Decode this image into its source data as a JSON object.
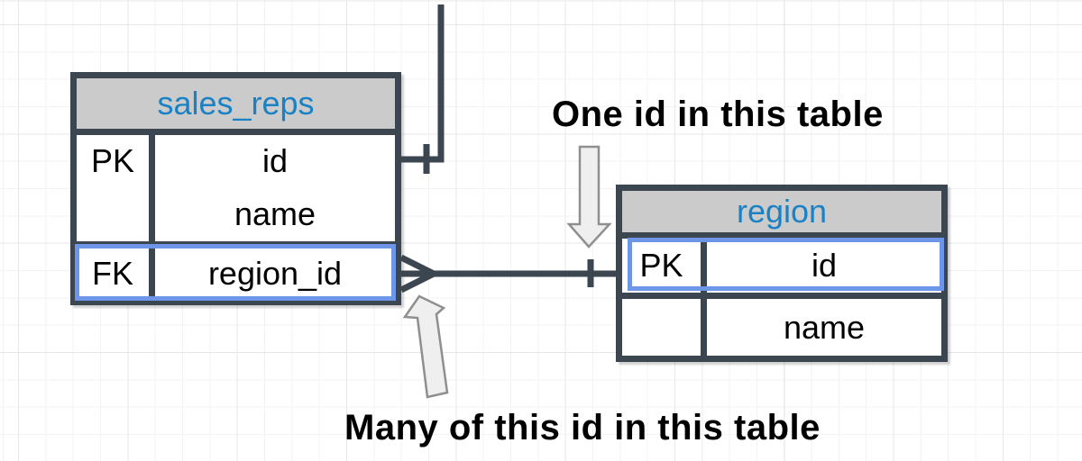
{
  "diagram_type": "entity-relationship",
  "tables": {
    "sales_reps": {
      "title": "sales_reps",
      "rows": [
        {
          "key": "PK",
          "field": "id"
        },
        {
          "key": "",
          "field": "name"
        },
        {
          "key": "FK",
          "field": "region_id",
          "highlighted": true
        }
      ]
    },
    "region": {
      "title": "region",
      "rows": [
        {
          "key": "PK",
          "field": "id",
          "highlighted": true
        },
        {
          "key": "",
          "field": "name"
        }
      ]
    }
  },
  "relationship": {
    "many_end": "sales_reps.region_id",
    "one_end": "region.id",
    "many_symbol": "crow-foot",
    "one_symbol": "single-tick"
  },
  "annotations": {
    "one": "One id in this table",
    "many": "Many of this id in this table"
  },
  "colors": {
    "table_border": "#3C4650",
    "header_fill": "#CBCBCB",
    "table_title_text": "#1A82C4",
    "row_highlight": "#6D96E8",
    "connector": "#3C4650",
    "callout_arrow_fill": "#EFEFEF",
    "callout_arrow_stroke": "#8F8F8F",
    "annotation_text": "#000000",
    "grid_line": "#F3F3F3",
    "canvas_background": "#FFFFFF"
  }
}
